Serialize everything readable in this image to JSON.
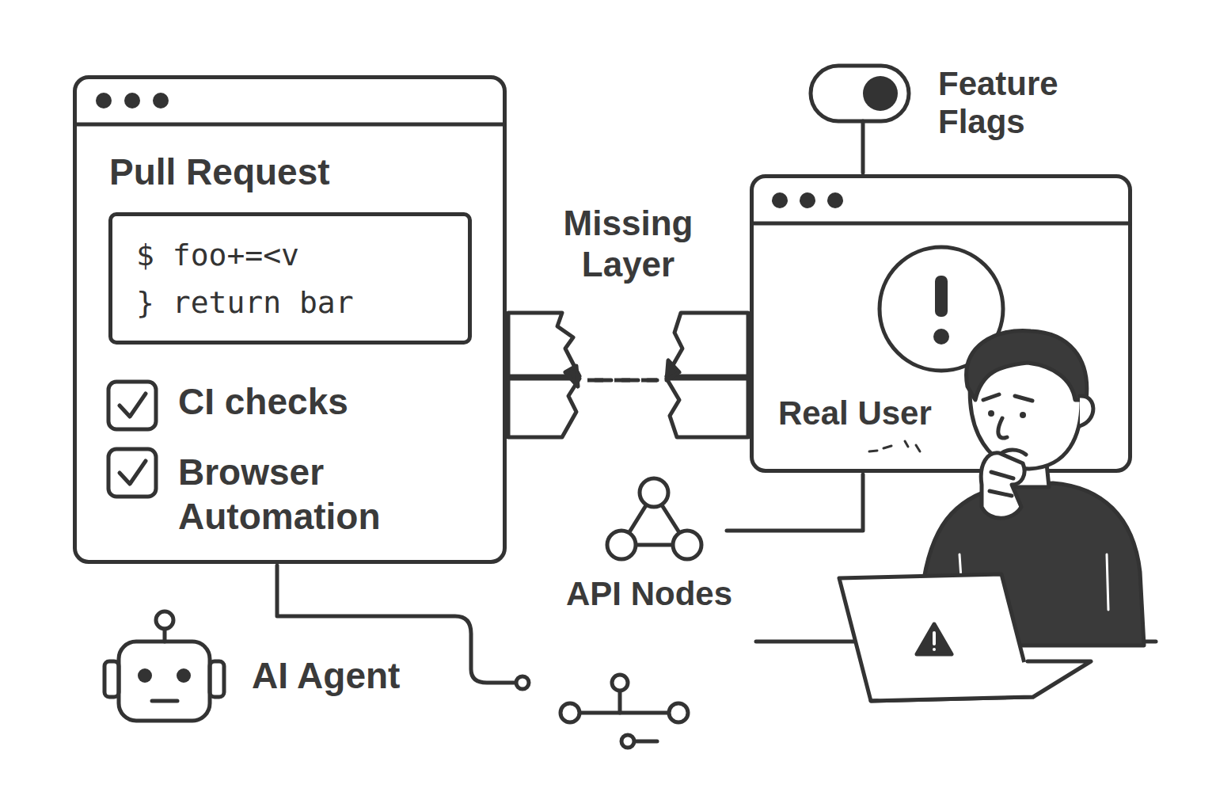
{
  "diagram": {
    "nodes": [
      {
        "text": [
          "Pull Request"
        ]
      },
      {
        "text": [
          "$ foo+=<v",
          "} return bar"
        ],
        "in": 0
      },
      {
        "text": [
          "Real User"
        ]
      }
    ],
    "edges": [
      {
        "from": 0,
        "to": 2,
        "arrow": "none",
        "label": "Missing Layer"
      }
    ],
    "labels": [
      "CI checks",
      "Browser Automation",
      "Feature Flags",
      "API Nodes",
      "AI Agent"
    ]
  }
}
